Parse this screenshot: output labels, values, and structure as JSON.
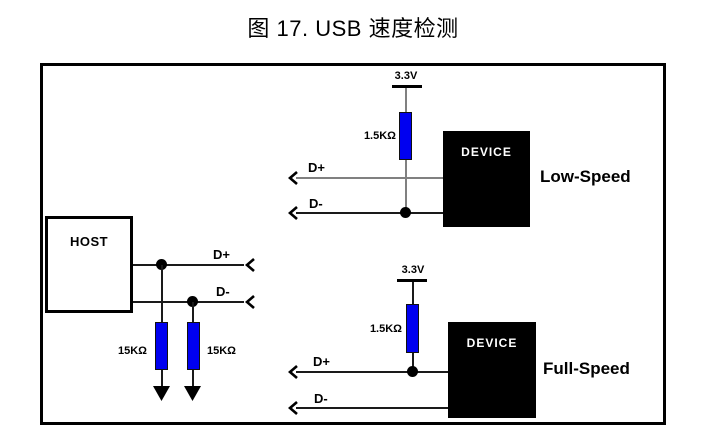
{
  "figure": {
    "title": "图 17. USB 速度检测"
  },
  "host_section": {
    "box_label": "HOST",
    "dplus_label": "D+",
    "dminus_label": "D-",
    "pulldown_resistors": [
      {
        "value": "15KΩ"
      },
      {
        "value": "15KΩ"
      }
    ]
  },
  "low_speed_section": {
    "supply_label": "3.3V",
    "pullup_resistor_value": "1.5KΩ",
    "device_label": "DEVICE",
    "dplus_label": "D+",
    "dminus_label": "D-",
    "mode_label": "Low-Speed"
  },
  "full_speed_section": {
    "supply_label": "3.3V",
    "pullup_resistor_value": "1.5KΩ",
    "device_label": "DEVICE",
    "dplus_label": "D+",
    "dminus_label": "D-",
    "mode_label": "Full-Speed"
  },
  "colors": {
    "resistor_fill": "#0000f0",
    "resistor_border": "#101010",
    "wire_gray": "#808080",
    "wire_dark": "#1a1a1a",
    "box_fill": "#000000",
    "text_color": "#000000"
  }
}
